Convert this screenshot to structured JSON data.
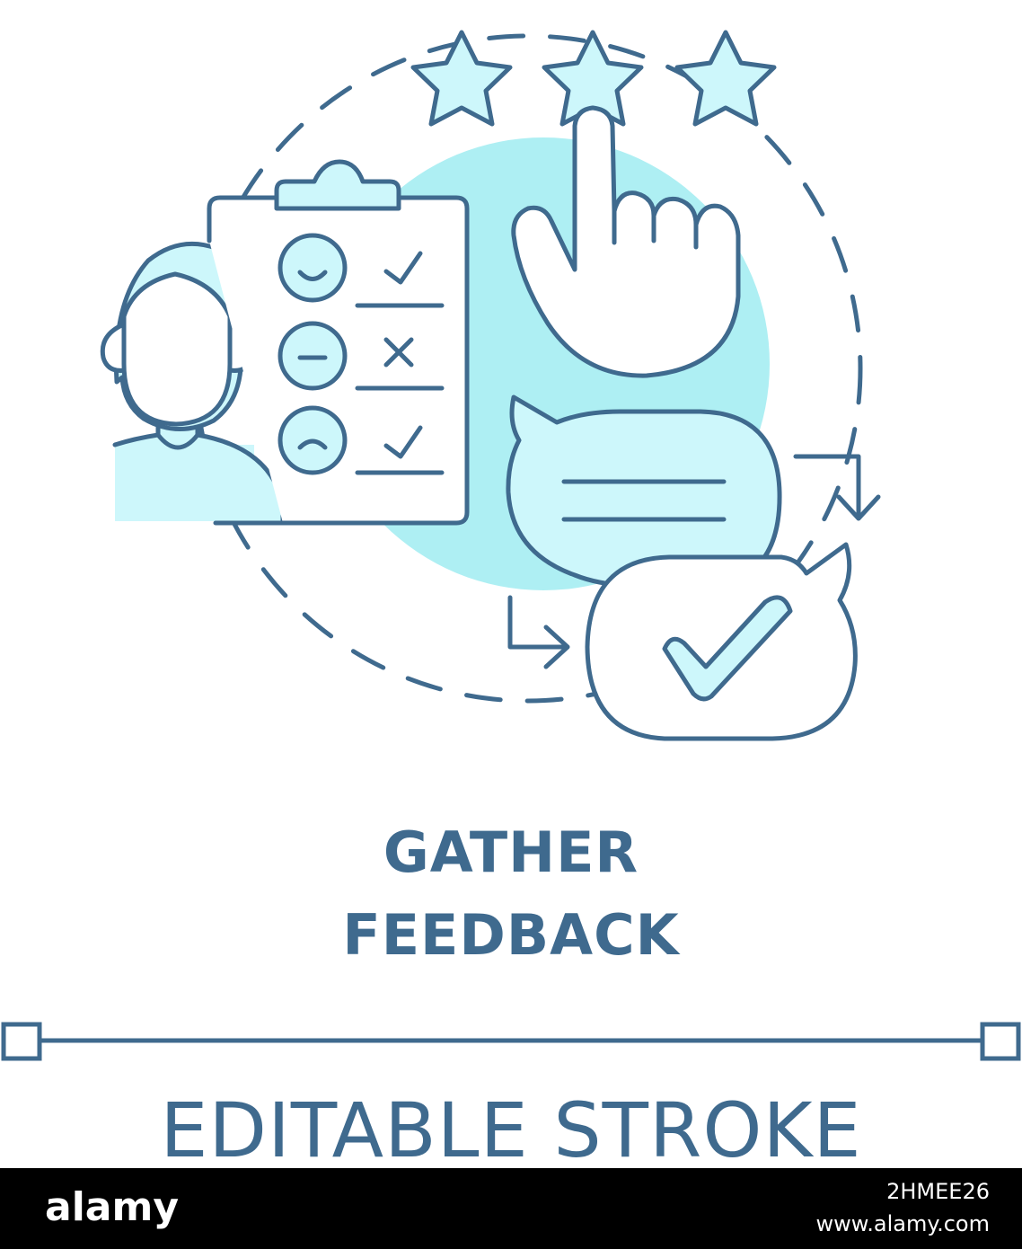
{
  "title": {
    "line1": "GATHER",
    "line2": "FEEDBACK"
  },
  "subtitle": "EDITABLE STROKE",
  "colors": {
    "stroke": "#3f6a8e",
    "fill": "#cdf7fb",
    "circle": "#aeeff3",
    "background": "#ffffff",
    "footer": "#000000"
  },
  "icons": [
    "person-icon",
    "clipboard-icon",
    "smiley-icon",
    "neutral-face-icon",
    "sad-face-icon",
    "checkmark-icon",
    "x-mark-icon",
    "star-icon",
    "pointing-hand-icon",
    "speech-bubble-icon",
    "check-bubble-icon",
    "arrow-icon"
  ],
  "rating": {
    "stars": 3
  },
  "footer": {
    "logo": "alamy",
    "image_id": "2HMEE26",
    "site": "www.alamy.com"
  }
}
